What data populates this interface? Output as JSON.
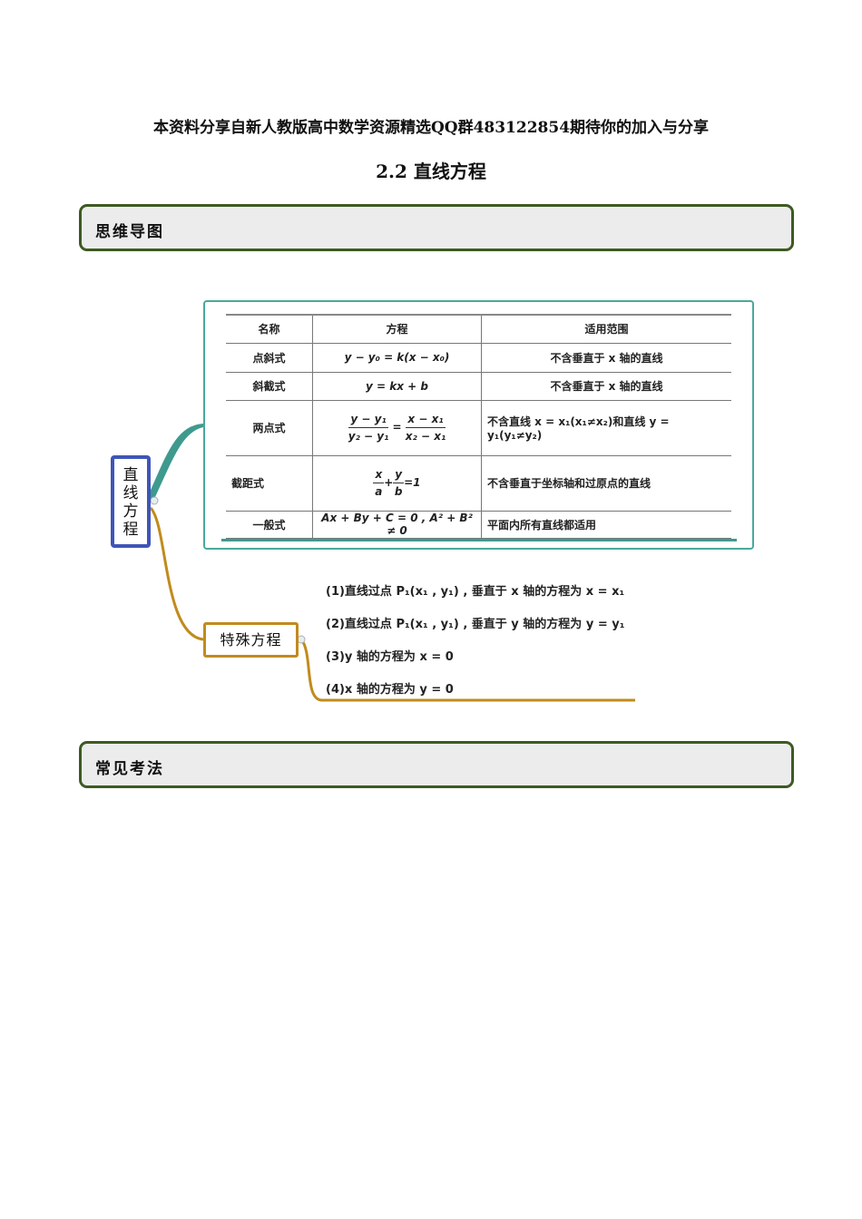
{
  "header": {
    "note": "本资料分享自新人教版高中数学资源精选QQ群483122854期待你的加入与分享",
    "title": "2.2  直线方程"
  },
  "sections": {
    "mindmap": "思维导图",
    "common": "常见考法"
  },
  "mindmap": {
    "root": "直线方程",
    "table": {
      "headers": [
        "名称",
        "方程",
        "适用范围"
      ],
      "rows": [
        {
          "name": "点斜式",
          "eq": "y − y₀ = k(x − x₀)",
          "scope": "不含垂直于 x 轴的直线"
        },
        {
          "name": "斜截式",
          "eq": "y = kx + b",
          "scope": "不含垂直于 x 轴的直线"
        },
        {
          "name": "两点式",
          "eq_num1": "y − y₁",
          "eq_den1": "y₂ − y₁",
          "eq_eq": "=",
          "eq_num2": "x − x₁",
          "eq_den2": "x₂ − x₁",
          "scope": "不含直线 x = x₁(x₁≠x₂)和直线 y = y₁(y₁≠y₂)"
        },
        {
          "name": "截距式",
          "eq_num1": "x",
          "eq_den1": "a",
          "eq_plus": "+",
          "eq_num2": "y",
          "eq_den2": "b",
          "eq_rhs": "=1",
          "scope": "不含垂直于坐标轴和过原点的直线"
        },
        {
          "name": "一般式",
          "eq": "Ax + By + C = 0 , A² + B² ≠ 0",
          "scope": "平面内所有直线都适用"
        }
      ]
    },
    "special": {
      "label": "特殊方程",
      "items": [
        "(1)直线过点 P₁(x₁ , y₁) , 垂直于 x 轴的方程为 x = x₁",
        "(2)直线过点 P₁(x₁ , y₁) , 垂直于 y 轴的方程为 y = y₁",
        "(3)y 轴的方程为 x = 0",
        "(4)x 轴的方程为 y = 0"
      ]
    },
    "colors": {
      "teal": "#3f9a8e",
      "gold": "#c18b1d",
      "blue": "#3e55b8",
      "section_border": "#3d5a22"
    }
  }
}
